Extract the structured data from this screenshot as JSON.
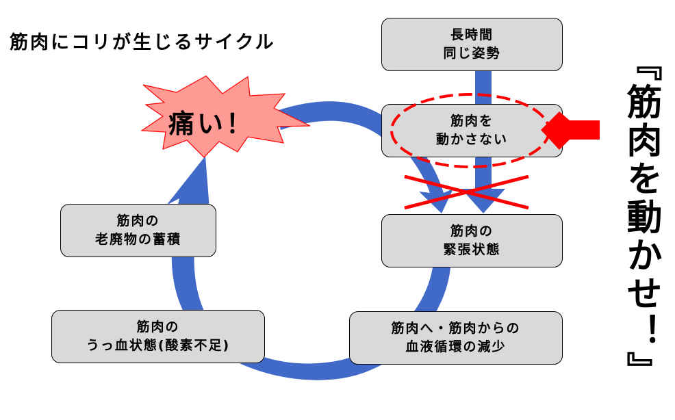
{
  "title": "筋肉にコリが生じるサイクル",
  "colors": {
    "arrow_blue": "#4169c8",
    "box_fill": "#d9d9d9",
    "burst_fill": "#ff9a94",
    "accent_red": "#ff0000"
  },
  "boxes": {
    "long_posture": {
      "line1": "長時間",
      "line2": "同じ姿勢"
    },
    "not_moving": {
      "line1": "筋肉を",
      "line2": "動かさない"
    },
    "tension": {
      "line1": "筋肉の",
      "line2": "緊張状態"
    },
    "blood_flow": {
      "line1": "筋肉へ・筋肉からの",
      "line2": "血液循環の減少"
    },
    "congestion": {
      "line1": "筋肉の",
      "line2": "うっ血状態(酸素不足)"
    },
    "waste": {
      "line1": "筋肉の",
      "line2": "老廃物の蓄積"
    }
  },
  "pain_burst": {
    "text": "痛い！"
  },
  "slogan": {
    "text": "『筋肉を動かせ！』"
  },
  "icons": {
    "cycle": "circular-arrow-icon",
    "cross": "x-mark-icon",
    "highlight": "dashed-ellipse-icon",
    "pointer": "red-left-arrow-icon"
  }
}
